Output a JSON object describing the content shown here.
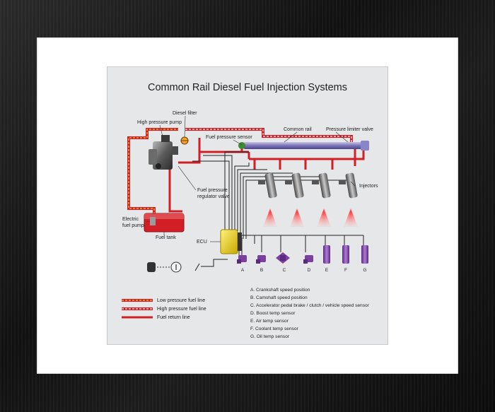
{
  "title": "Common Rail Diesel Fuel Injection Systems",
  "labels": {
    "diesel_filter": "Diesel filter",
    "high_pressure_pump": "High pressure pump",
    "common_rail": "Common rail",
    "pressure_limiter_valve": "Pressure limiter valve",
    "fuel_pressure_sensor": "Fuel pressure sensor",
    "injectors": "Injectors",
    "fuel_pressure_regulator_valve_1": "Fuel pressure",
    "fuel_pressure_regulator_valve_2": "regulator valve",
    "electric_fuel_pump_1": "Electric",
    "electric_fuel_pump_2": "fuel pump",
    "fuel_tank": "Fuel tank",
    "ecu": "ECU"
  },
  "sensor_letters": [
    "A",
    "B",
    "C",
    "D",
    "E",
    "F",
    "G"
  ],
  "legend": [
    {
      "label": "Low pressure fuel line",
      "style": "low"
    },
    {
      "label": "High pressure fuel line",
      "style": "high"
    },
    {
      "label": "Fuel return line",
      "style": "return"
    }
  ],
  "sensor_list": [
    "A.  Crankshaft speed position",
    "B.  Camshaft speed position",
    "C.  Accelerator pedal brake / clutch / vehicle speed sensor",
    "D.  Boost temp sensor",
    "E.  Air temp sensor",
    "F.  Coolant temp sensor",
    "G.  Oil temp sensor"
  ],
  "colors": {
    "fuel_red": "#d21f26",
    "low_pressure_fill": "#f0a030",
    "high_pressure_fill": "#f3c6c8",
    "ecu_yellow": "#f5e11a",
    "sensor_purple": "#7b3fa0",
    "panel_bg": "#e6e7e8",
    "frame": "#151515"
  }
}
